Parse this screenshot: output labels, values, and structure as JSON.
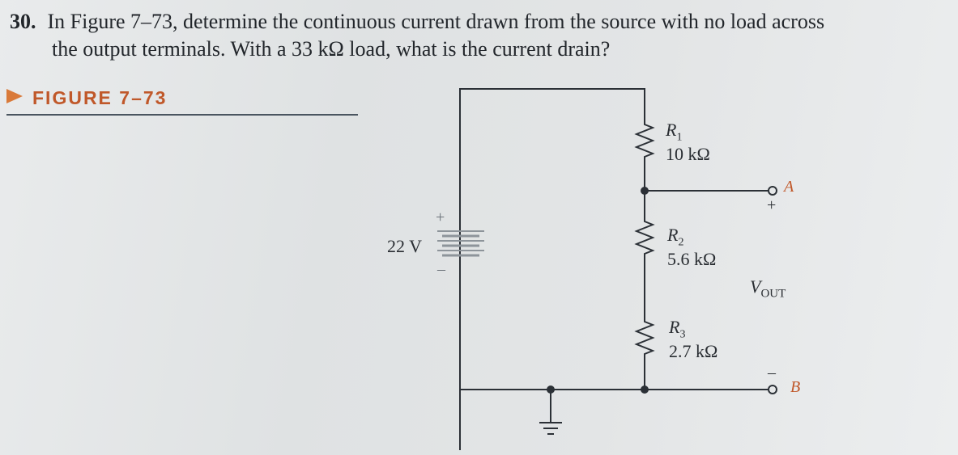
{
  "question": {
    "number": "30.",
    "line1": "In Figure 7–73, determine the continuous current drawn from the source with no load across",
    "line2": "the output terminals. With a 33 kΩ load, what is the current drain?"
  },
  "figure": {
    "caption": "FIGURE 7–73"
  },
  "circuit": {
    "source": {
      "voltage": "22 V",
      "plus": "+",
      "minus": "–"
    },
    "resistors": [
      {
        "name": "R",
        "sub": "1",
        "value": "10 kΩ"
      },
      {
        "name": "R",
        "sub": "2",
        "value": "5.6 kΩ"
      },
      {
        "name": "R",
        "sub": "3",
        "value": "2.7 kΩ"
      }
    ],
    "terminals": {
      "a": "A",
      "b": "B",
      "plus": "+",
      "minus": "–",
      "vout_main": "V",
      "vout_sub": "OUT"
    }
  }
}
